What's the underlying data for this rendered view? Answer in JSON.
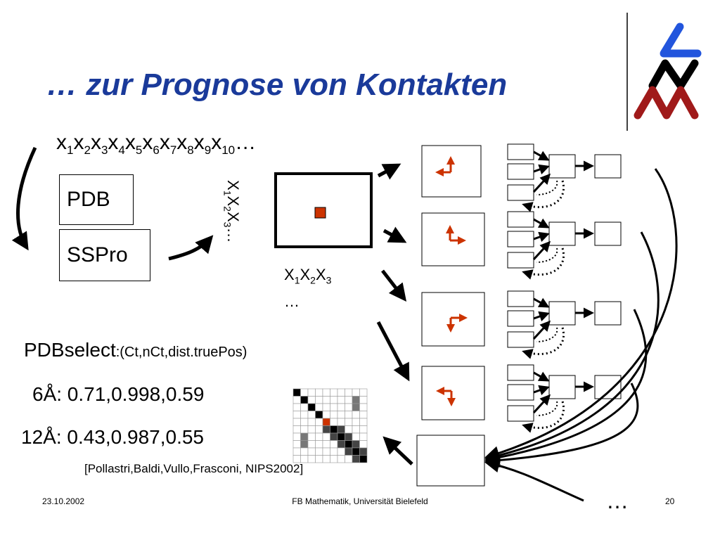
{
  "title": "… zur Prognose von Kontakten",
  "sequence": {
    "symbol": "x",
    "indices": [
      "1",
      "2",
      "3",
      "4",
      "5",
      "6",
      "7",
      "8",
      "9",
      "10"
    ],
    "trailing": "…"
  },
  "boxes": {
    "pdb": "PDB",
    "sspro": "SSPro"
  },
  "vertical_sequence": {
    "symbol": "X",
    "indices": [
      "1",
      "2",
      "3"
    ],
    "trailing": "…"
  },
  "window_sequence": {
    "symbol": "X",
    "indices": [
      "1",
      "2",
      "3"
    ],
    "trailing": "…"
  },
  "results": {
    "pdbselect_label": "PDBselect",
    "pdbselect_params": ":(Ct,nCt,dist.truePos)",
    "line_6": "6Å: 0.71,0.998,0.59",
    "line_12": "12Å: 0.43,0.987,0.55"
  },
  "reference": "[Pollastri,Baldi,Vullo,Frasconi, NIPS2002]",
  "more_dots": "…",
  "footer": {
    "date": "23.10.2002",
    "institution": "FB Mathematik, Universität Bielefeld",
    "page": "20"
  },
  "colors": {
    "title": "#1a3a9a",
    "accent_red": "#cc3300",
    "logo_blue": "#2255dd",
    "logo_red": "#a01a1a"
  }
}
